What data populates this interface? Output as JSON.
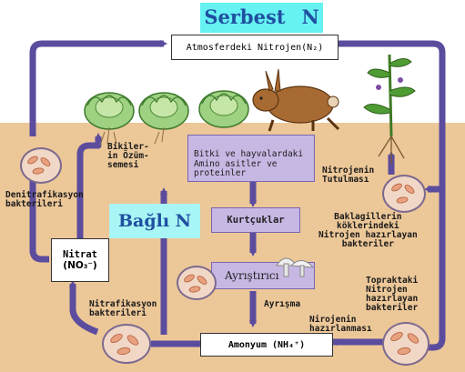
{
  "title": {
    "free_label": "Serbest",
    "free_symbol": "N"
  },
  "bound_label": "Bağlı N",
  "nodes": {
    "atmosphere": "Atmosferdeki Nitrojen(N₂)",
    "amino": "Bitki ve hayvalardaki\nAmino asitler ve\nproteinler",
    "worms": "Kurtçuklar",
    "decomposer": "Ayrıştırıcı",
    "ammonium": "Amonyum (NH₄⁺)",
    "nitrate_title": "Nitrat",
    "nitrate_formula": "(NO₃⁻)"
  },
  "labels": {
    "assimilation": "Bikiler-\nin Özüm-\nsemesi",
    "denitrification": "Denitrafikasyon\nbakterileri",
    "nitrogen_fixation": "Nitrojenin\nTutulması",
    "legume_bacteria": "Baklagillerin\nköklerindeki\nNitrojen hazırlayan\nbakteriler",
    "soil_bacteria": "Topraktaki\nNitrojen\nhazırlayan\nbakteriler",
    "decomposition": "Ayrışma",
    "ammonification": "Nirojenin\nhazırlanması",
    "nitrification": "Nitrafikasyon\nbakterileri"
  },
  "colors": {
    "soil": "#ecc798",
    "arrow": "#5b4c9e",
    "box_fill": "#c7b7e3",
    "title_bg": "#66f2f2",
    "title_text": "#1f4fa0",
    "bound_bg": "#a8f5f5"
  },
  "icons": [
    "cabbage-icon",
    "rabbit-icon",
    "plant-icon",
    "mushroom-icon",
    "bacteria-icon"
  ]
}
